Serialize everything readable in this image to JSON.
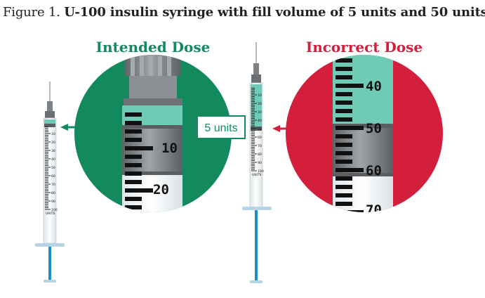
{
  "title": {
    "lead": "Figure 1.",
    "text": "U-100 insulin syringe with fill volume of 5 units and 50 units"
  },
  "panels": {
    "intended": {
      "heading": "Intended Dose",
      "color": "#138a5e"
    },
    "incorrect": {
      "heading": "Incorrect Dose",
      "color": "#d31f3c"
    }
  },
  "callout": {
    "label": "5 units"
  },
  "zoom_left": {
    "labels": [
      "10",
      "20"
    ]
  },
  "zoom_right": {
    "labels": [
      "40",
      "50",
      "60",
      "70"
    ]
  },
  "syringe_scale": {
    "labels": [
      "10",
      "20",
      "30",
      "40",
      "50",
      "60",
      "70",
      "80",
      "90",
      "100"
    ],
    "units_label": "UNITS"
  },
  "colors": {
    "fluid": "#6fcbb6",
    "plunger": "#1b8fc4",
    "barrel": "#eef2f4",
    "needle_hub": "#8a8f94"
  }
}
